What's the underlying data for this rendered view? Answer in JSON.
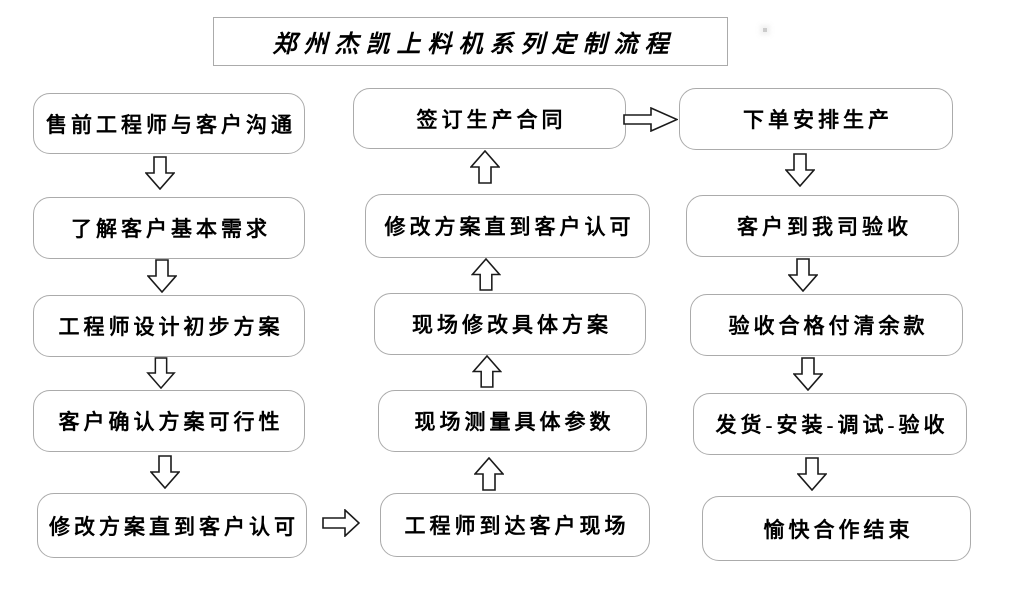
{
  "title": "郑州杰凯上料机系列定制流程",
  "nodes": {
    "left": [
      "售前工程师与客户沟通",
      "了解客户基本需求",
      "工程师设计初步方案",
      "客户确认方案可行性",
      "修改方案直到客户认可"
    ],
    "middle": [
      "签订生产合同",
      "修改方案直到客户认可",
      "现场修改具体方案",
      "现场测量具体参数",
      "工程师到达客户现场"
    ],
    "right": [
      "下单安排生产",
      "客户到我司验收",
      "验收合格付清余款",
      "发货-安装-调试-验收",
      "愉快合作结束"
    ]
  },
  "arrows": [
    {
      "from": "left.0",
      "to": "left.1",
      "direction": "down"
    },
    {
      "from": "left.1",
      "to": "left.2",
      "direction": "down"
    },
    {
      "from": "left.2",
      "to": "left.3",
      "direction": "down"
    },
    {
      "from": "left.3",
      "to": "left.4",
      "direction": "down"
    },
    {
      "from": "left.4",
      "to": "middle.4",
      "direction": "right"
    },
    {
      "from": "middle.4",
      "to": "middle.3",
      "direction": "up"
    },
    {
      "from": "middle.3",
      "to": "middle.2",
      "direction": "up"
    },
    {
      "from": "middle.2",
      "to": "middle.1",
      "direction": "up"
    },
    {
      "from": "middle.1",
      "to": "middle.0",
      "direction": "up"
    },
    {
      "from": "middle.0",
      "to": "right.0",
      "direction": "right"
    },
    {
      "from": "right.0",
      "to": "right.1",
      "direction": "down"
    },
    {
      "from": "right.1",
      "to": "right.2",
      "direction": "down"
    },
    {
      "from": "right.2",
      "to": "right.3",
      "direction": "down"
    },
    {
      "from": "right.3",
      "to": "right.4",
      "direction": "down"
    }
  ],
  "icons": {
    "arrow_down": "hollow block arrow pointing down",
    "arrow_up": "hollow block arrow pointing up",
    "arrow_right": "hollow block arrow pointing right"
  },
  "colors": {
    "background": "#ffffff",
    "box_border": "#ababab",
    "arrow_stroke": "#1a1a1a",
    "text": "#000000"
  }
}
